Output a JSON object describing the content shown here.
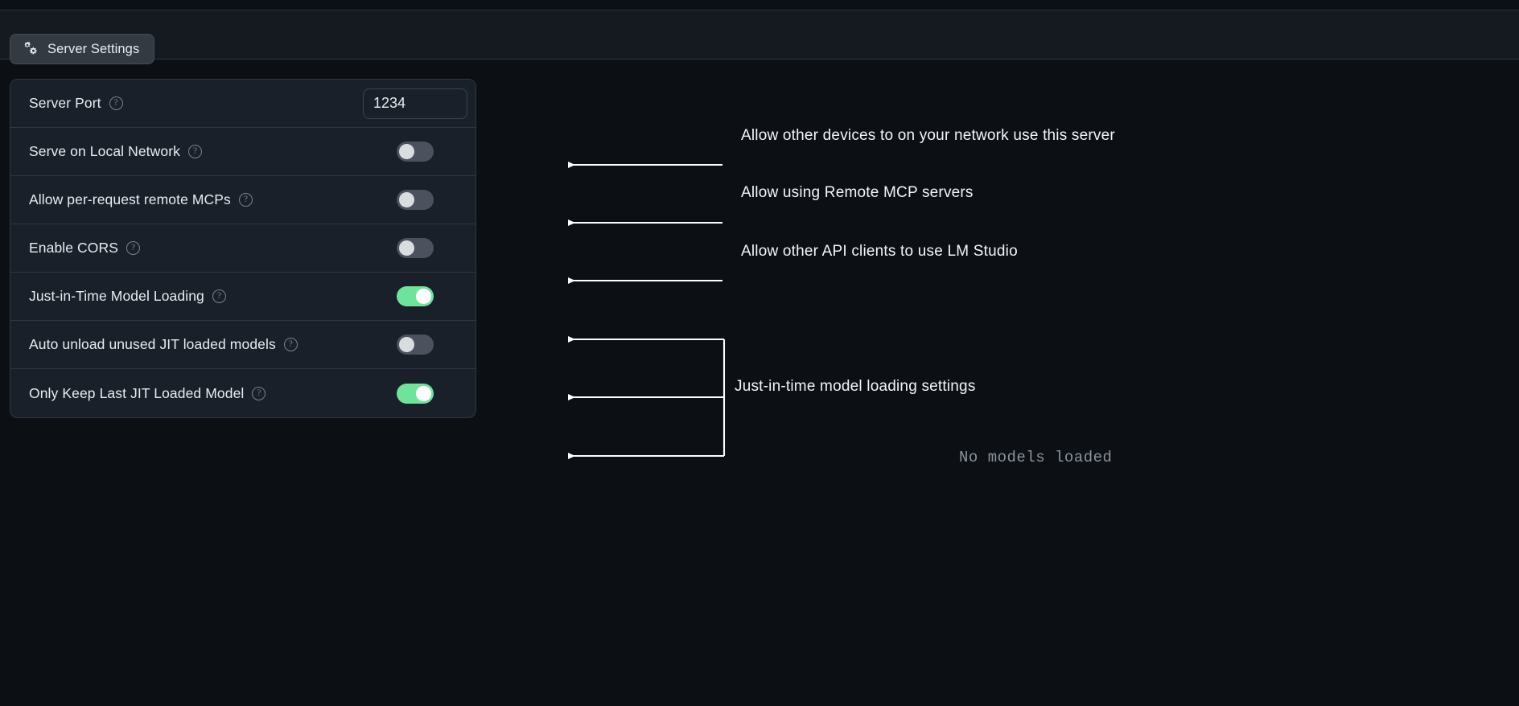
{
  "window": {
    "background": "#0c1014",
    "panel_background": "#1a2029",
    "accent_on": "#6ee49b",
    "accent_off": "#4b525e"
  },
  "header": {
    "tab": {
      "label": "Server Settings",
      "icon": "gears-icon"
    }
  },
  "settings": {
    "rows": [
      {
        "label": "Server Port",
        "help": "?",
        "control": "text-input",
        "value": "1234"
      },
      {
        "label": "Serve on Local Network",
        "help": "?",
        "control": "toggle",
        "state": "off"
      },
      {
        "label": "Allow per-request remote MCPs",
        "help": "?",
        "control": "toggle",
        "state": "off"
      },
      {
        "label": "Enable CORS",
        "help": "?",
        "control": "toggle",
        "state": "off"
      },
      {
        "label": "Just-in-Time Model Loading",
        "help": "?",
        "control": "toggle",
        "state": "on"
      },
      {
        "label": "Auto unload unused JIT loaded models",
        "help": "?",
        "control": "toggle",
        "state": "off"
      },
      {
        "label": "Only Keep Last JIT Loaded Model",
        "help": "?",
        "control": "toggle",
        "state": "on"
      }
    ]
  },
  "annotations": [
    {
      "text": "Allow other devices to on your network use this server"
    },
    {
      "text": "Allow using Remote MCP servers"
    },
    {
      "text": "Allow other API clients to use LM Studio"
    },
    {
      "text": "Just-in-time  model loading settings"
    }
  ],
  "status": {
    "no_models": "No models loaded"
  }
}
